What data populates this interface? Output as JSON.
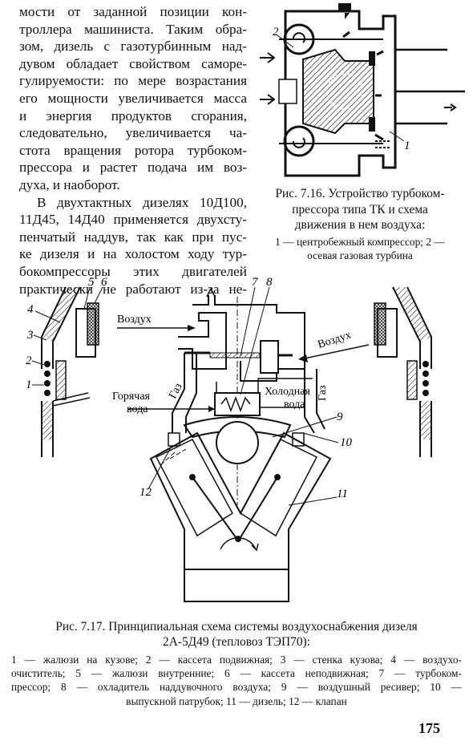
{
  "left_column": [
    "мости от заданной позиции кон-",
    "троллера машиниста. Таким обра-",
    "зом, дизель с газотурбинным над-",
    "дувом обладает свойством саморе-",
    "гулируемости: по мере возрастания",
    "его мощности увеличивается масса",
    "и энергия продуктов сгорания,",
    "следовательно, увеличивается ча-",
    "стота вращения ротора турбоком-",
    "прессора и растет подача им воз-",
    "духа, и наоборот.",
    "В двухтактных дизелях 10Д100,",
    "11Д45, 14Д40 применяется двухсту-",
    "пенчатый наддув, так как при пус-",
    "ке дизеля и на холостом ходу тур-",
    "бокомпрессоры этих двигателей",
    "практически не работают из-за не-"
  ],
  "fig716": {
    "labels": {
      "n2": "2",
      "n1": "1"
    },
    "caption_lines": [
      "Рис. 7.16. Устройство турбоком-",
      "прессора типа ТК и схема",
      "движения в нем воздуха:"
    ],
    "legend_lines": [
      "1 — центробежный компрессор; 2 —",
      "осевая газовая турбина"
    ]
  },
  "fig717": {
    "labels": {
      "n1": "1",
      "n2": "2",
      "n3": "3",
      "n4": "4",
      "n5": "5",
      "n6": "6",
      "n7": "7",
      "n8": "8",
      "n9": "9",
      "n10": "10",
      "n11": "11",
      "n12": "12",
      "air_left": "Воздух",
      "air_right": "Воздух",
      "gas_left": "Газ",
      "gas_right": "Газ",
      "hot_water_1": "Горячая",
      "hot_water_2": "вода",
      "cold_water_1": "Холодная",
      "cold_water_2": "вода"
    },
    "caption_lines": [
      "Рис. 7.17. Принципиальная схема системы воздухоснабжения дизеля",
      "2А-5Д49 (тепловоз ТЭП70):"
    ],
    "legend_lines": [
      "1 — жалюзи на кузове; 2 — кассета подвижная; 3 — стенка кузова; 4 — воздухо-",
      "очиститель; 5 — жалюзи внутренние; 6 — кассета неподвижная; 7 — турбоком-",
      "прессор; 8 — охладитель наддувочного воздуха; 9 — воздушный ресивер; 10 —",
      "выпускной патрубок; 11 — дизель; 12 — клапан"
    ]
  },
  "page_number": "175"
}
